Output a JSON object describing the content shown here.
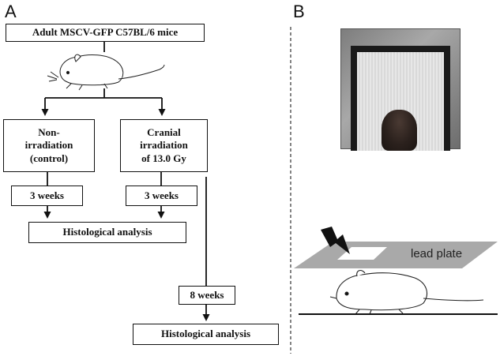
{
  "panels": {
    "a_label": "A",
    "b_label": "B"
  },
  "flow": {
    "top_box": "Adult MSCV-GFP C57BL/6 mice",
    "left_box": "Non-\nirradiation\n(control)",
    "right_box": "Cranial\nirradiation\nof 13.0 Gy",
    "left_weeks": "3 weeks",
    "right_weeks": "3 weeks",
    "histology_1": "Histological analysis",
    "long_weeks": "8 weeks",
    "histology_2": "Histological analysis"
  },
  "setup": {
    "plate_label": "lead plate"
  },
  "icons": [
    "mouse-illustration",
    "lightning-bolt-icon",
    "mouse-photo"
  ]
}
